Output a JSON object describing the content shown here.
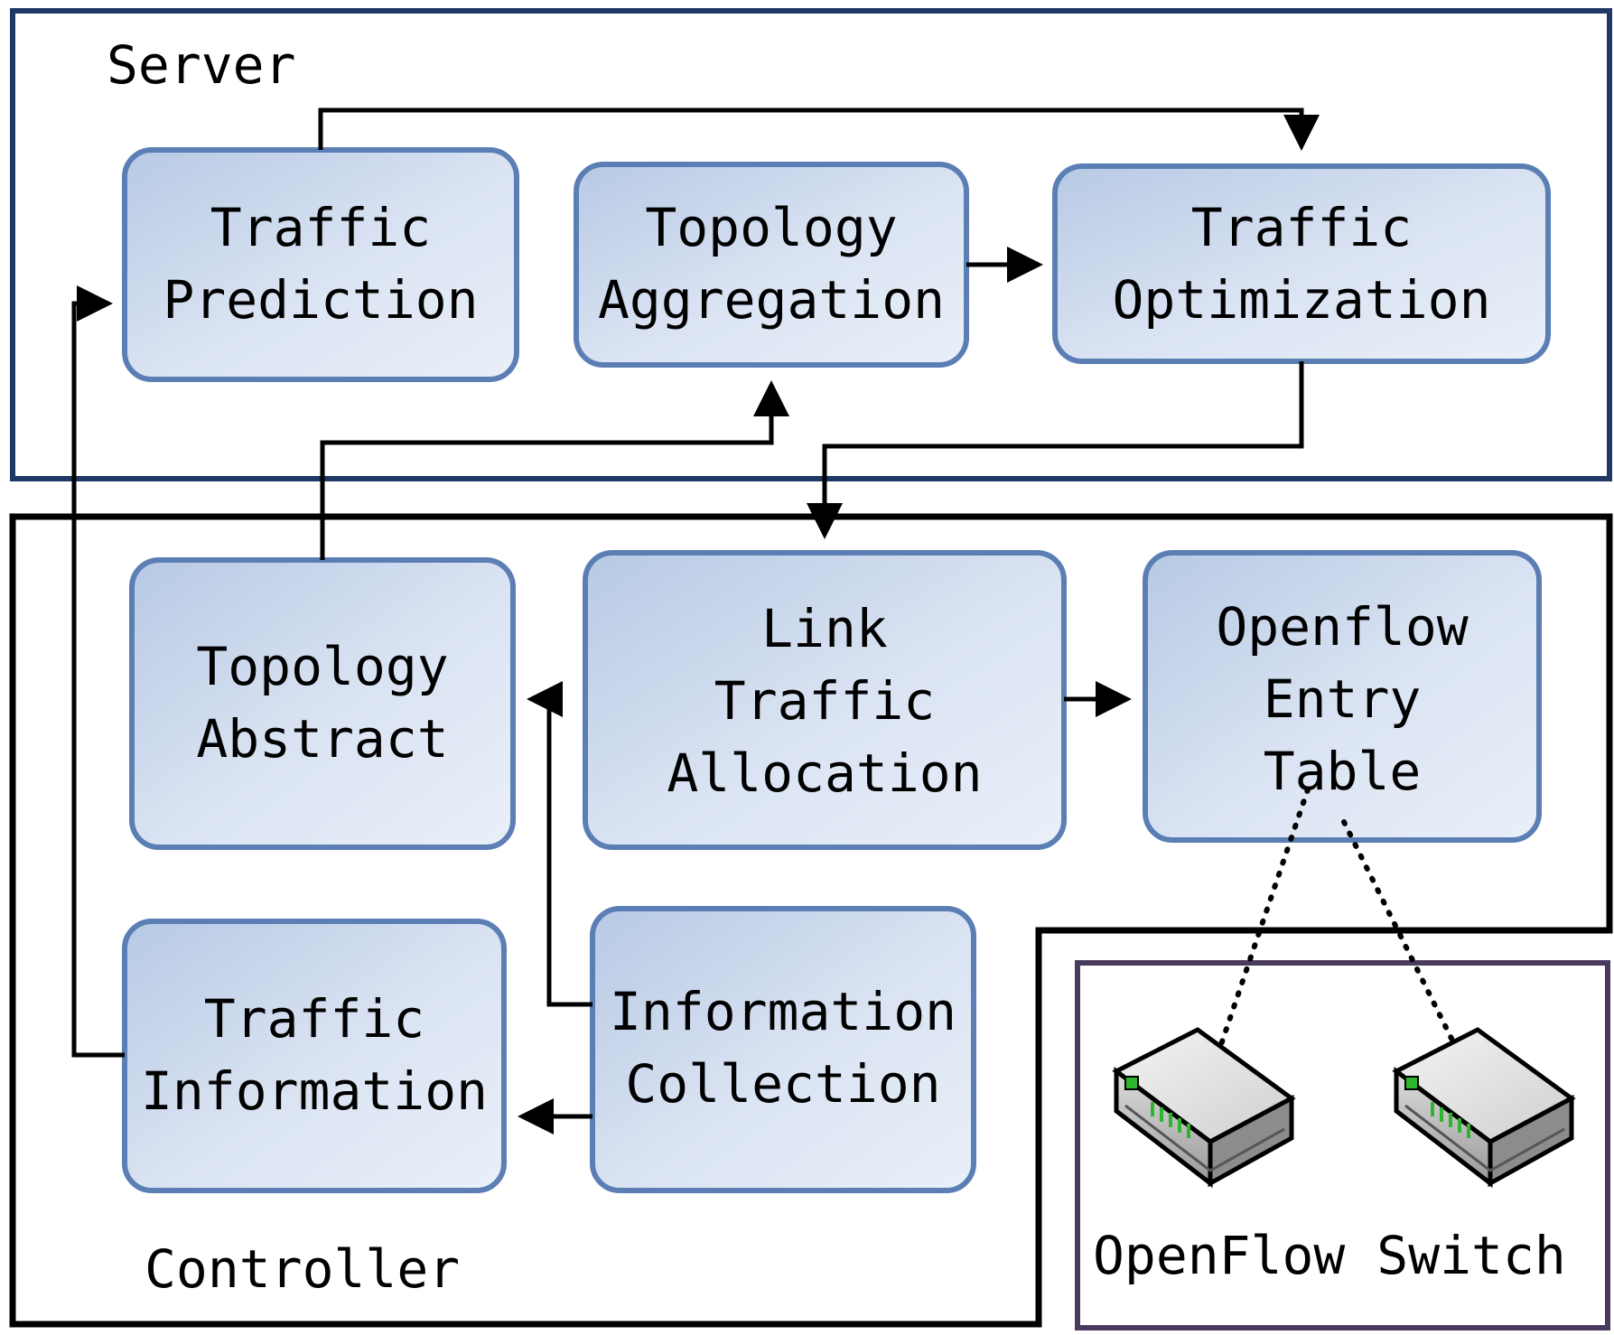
{
  "regions": {
    "server": "Server",
    "controller": "Controller",
    "switch_area": "OpenFlow Switch"
  },
  "nodes": {
    "traffic_prediction": [
      "Traffic",
      "Prediction"
    ],
    "topology_aggregation": [
      "Topology",
      "Aggregation"
    ],
    "traffic_optimization": [
      "Traffic",
      "Optimization"
    ],
    "topology_abstract": [
      "Topology",
      "Abstract"
    ],
    "link_traffic_allocation": [
      "Link",
      "Traffic",
      "Allocation"
    ],
    "openflow_entry_table": [
      "Openflow",
      "Entry",
      "Table"
    ],
    "traffic_information": [
      "Traffic",
      "Information"
    ],
    "information_collection": [
      "Information",
      "Collection"
    ]
  },
  "colors": {
    "box_stroke": "#5b7fb5",
    "box_fill_dark": "#b9cbe5",
    "box_fill_light": "#e8eef8",
    "server_border": "#1f3864",
    "controller_border": "#000000",
    "switch_border": "#4a3b5e",
    "switch_led": "#2db52d"
  },
  "icons": [
    "network-switch-icon",
    "network-switch-icon"
  ]
}
